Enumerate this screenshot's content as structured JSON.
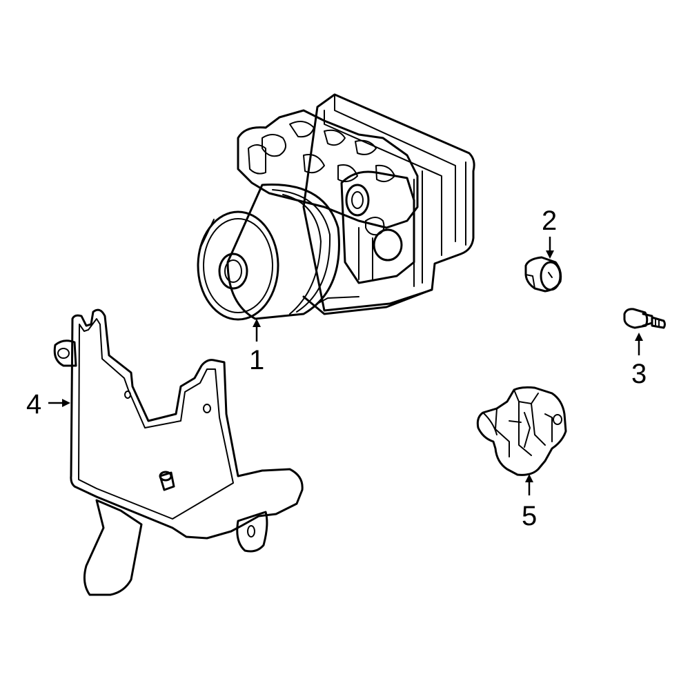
{
  "diagram": {
    "parts": [
      {
        "id": "1",
        "label": "1"
      },
      {
        "id": "2",
        "label": "2"
      },
      {
        "id": "3",
        "label": "3"
      },
      {
        "id": "4",
        "label": "4"
      },
      {
        "id": "5",
        "label": "5"
      }
    ]
  },
  "colors": {
    "line": "#000000",
    "highlight_fill": "#2443b5",
    "background": "#ffffff"
  }
}
